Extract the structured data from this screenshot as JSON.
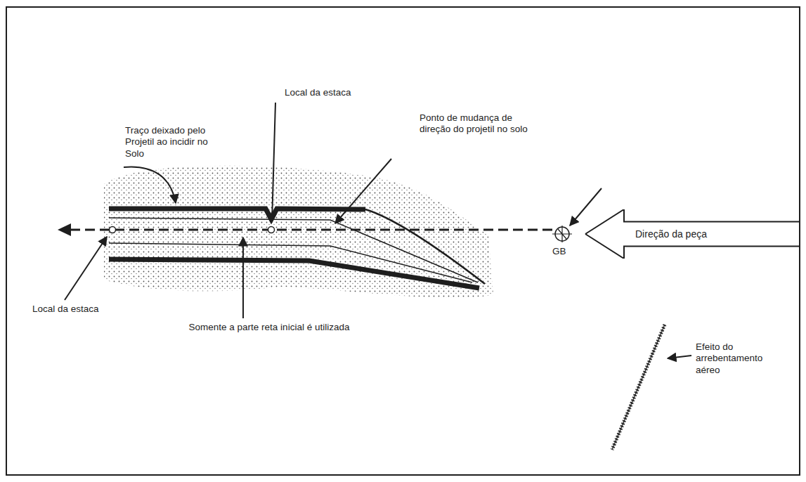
{
  "diagram": {
    "nodes": [
      {
        "text": [
          "Direção da peça"
        ]
      }
    ],
    "labels": [
      "Local da estaca",
      "Traço deixado pelo Projetil ao incidir no Solo",
      "Ponto de mudança de direção do projetil no solo",
      "Local da estaca",
      "Somente a parte reta inicial é utilizada",
      "GB",
      "Efeito do arrebentamento aéreo"
    ]
  }
}
